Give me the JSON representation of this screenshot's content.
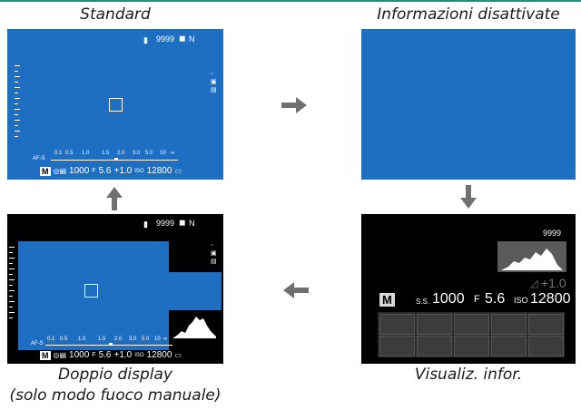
{
  "captions": {
    "standard": "Standard",
    "info_off": "Informazioni disattivate",
    "dual_line1": "Doppio display",
    "dual_line2": "(solo modo fuoco manuale)",
    "info_display": "Visualiz. infor."
  },
  "standard_screen": {
    "frames": "9999",
    "quality": "N",
    "focus_mode": "AF-S",
    "scale_labels": [
      "0.1",
      "0.5",
      "1.0",
      "1.5",
      "2.0",
      "3.0",
      "5.0",
      "10",
      "∞"
    ],
    "mode": "M",
    "shutter": "1000",
    "aperture": "5.6",
    "exposure_comp": "+1.0",
    "iso_label": "ISO",
    "iso": "12800"
  },
  "dual_screen": {
    "frames": "9999",
    "quality": "N",
    "focus_mode": "AF-S",
    "scale_labels": [
      "0.1",
      "0.5",
      "1.0",
      "1.5",
      "2.0",
      "3.0",
      "5.0",
      "10",
      "∞"
    ],
    "mode": "M",
    "shutter": "1000",
    "aperture": "5.6",
    "exposure_comp": "+1.0",
    "iso_label": "ISO",
    "iso": "12800"
  },
  "info_screen": {
    "frames": "9999",
    "exposure_comp": "+1.0",
    "mode": "M",
    "shutter_label": "S.S.",
    "shutter": "1000",
    "aperture_label": "F",
    "aperture": "5.6",
    "iso_label": "ISO",
    "iso": "12800"
  },
  "arrows": {
    "right": "right-arrow-icon",
    "down": "down-arrow-icon",
    "left": "left-arrow-icon",
    "up": "up-arrow-icon"
  },
  "colors": {
    "screen_blue": "#1e6fc2",
    "arrow_gray": "#707070",
    "top_rule": "#2a8a7a"
  }
}
